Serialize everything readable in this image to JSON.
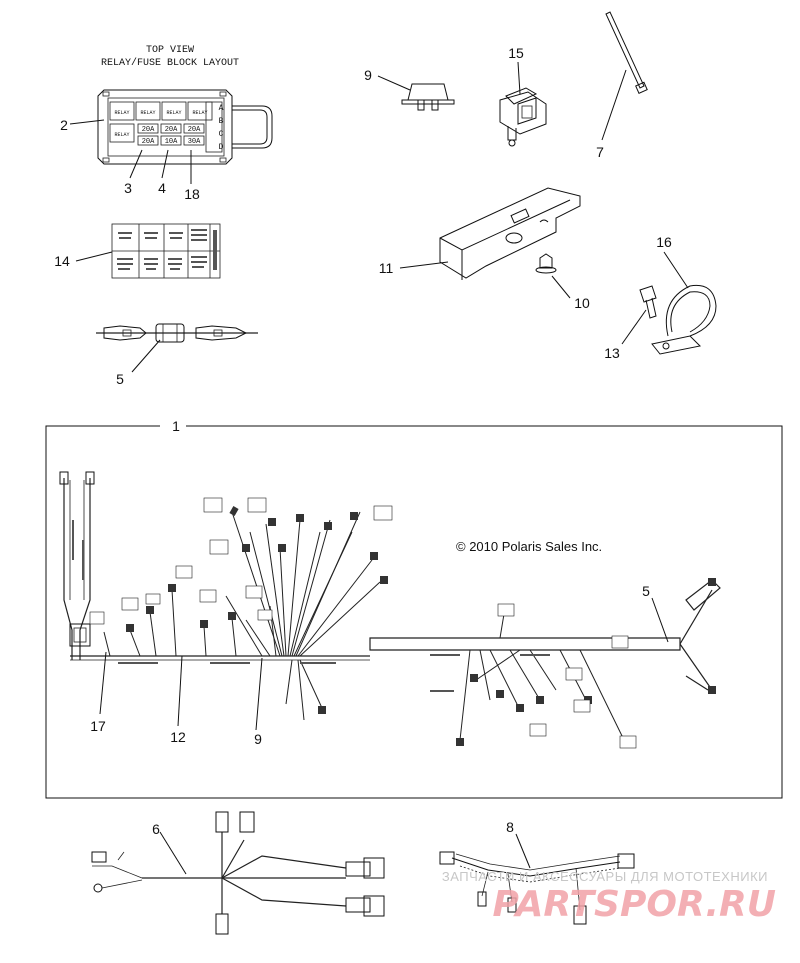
{
  "fuse_block": {
    "title_line1": "TOP VIEW",
    "title_line2": "RELAY/FUSE BLOCK LAYOUT",
    "relay_label": "RELAY",
    "fuses": [
      "20A",
      "20A",
      "20A",
      "20A",
      "10A",
      "30A"
    ],
    "row_letters": [
      "A",
      "B",
      "C",
      "D"
    ]
  },
  "copyright": "© 2010 Polaris Sales Inc.",
  "watermark": {
    "line1": "ЗАПЧАСТИ И АКСЕССУАРЫ ДЛЯ МОТОТЕХНИКИ",
    "line2": "PARTSPOR.RU"
  },
  "callouts": {
    "c1": "1",
    "c2": "2",
    "c3": "3",
    "c4": "4",
    "c5a": "5",
    "c5b": "5",
    "c6": "6",
    "c7": "7",
    "c8": "8",
    "c9a": "9",
    "c9b": "9",
    "c10": "10",
    "c11": "11",
    "c12": "12",
    "c13": "13",
    "c14": "14",
    "c15": "15",
    "c16": "16",
    "c17": "17",
    "c18": "18"
  },
  "colors": {
    "line": "#111111",
    "watermark_text": "#c7c7c7",
    "watermark_logo": "#f1a2a8"
  }
}
